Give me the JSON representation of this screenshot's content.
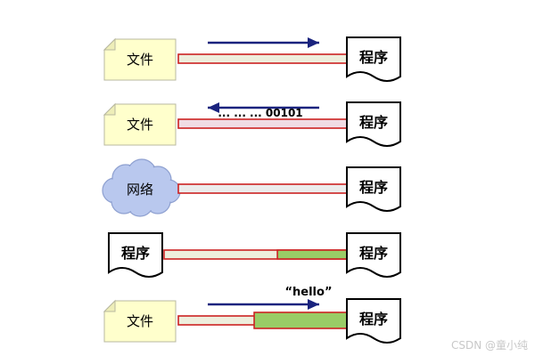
{
  "rows": [
    {
      "id": "file-read",
      "source": {
        "kind": "file",
        "label": "文件"
      },
      "target": {
        "kind": "program",
        "label": "程序"
      },
      "pipe": {
        "fill": "#eeeedd",
        "filled_fraction": 0
      },
      "arrow": "right",
      "text": ""
    },
    {
      "id": "file-write",
      "source": {
        "kind": "file",
        "label": "文件"
      },
      "target": {
        "kind": "program",
        "label": "程序"
      },
      "pipe": {
        "fill": "#f0dce4",
        "filled_fraction": 0
      },
      "arrow": "left",
      "text": "... ... ... 00101"
    },
    {
      "id": "network",
      "source": {
        "kind": "cloud",
        "label": "网络"
      },
      "target": {
        "kind": "program",
        "label": "程序"
      },
      "pipe": {
        "fill": "#ececec",
        "filled_fraction": 0
      },
      "arrow": "",
      "text": ""
    },
    {
      "id": "program-to-program",
      "source": {
        "kind": "program",
        "label": "程序"
      },
      "target": {
        "kind": "program",
        "label": "程序"
      },
      "pipe": {
        "fill": "#eeeedd",
        "filled_fraction": 0.38
      },
      "arrow": "",
      "text": ""
    },
    {
      "id": "file-hello",
      "source": {
        "kind": "file",
        "label": "文件"
      },
      "target": {
        "kind": "program",
        "label": "程序"
      },
      "pipe": {
        "fill": "#eeeedd",
        "filled_fraction": 0.55
      },
      "arrow": "right",
      "text": "“hello”"
    }
  ],
  "colors": {
    "file_fill": "#ffffcc",
    "file_stroke": "#b8b8a0",
    "cloud_fill": "#b9c8ee",
    "cloud_stroke": "#8ea0d0",
    "pipe_border": "#cc2222",
    "pipe_content": "#99cc66",
    "arrow": "#1a237e"
  },
  "watermark": "CSDN @童小纯"
}
